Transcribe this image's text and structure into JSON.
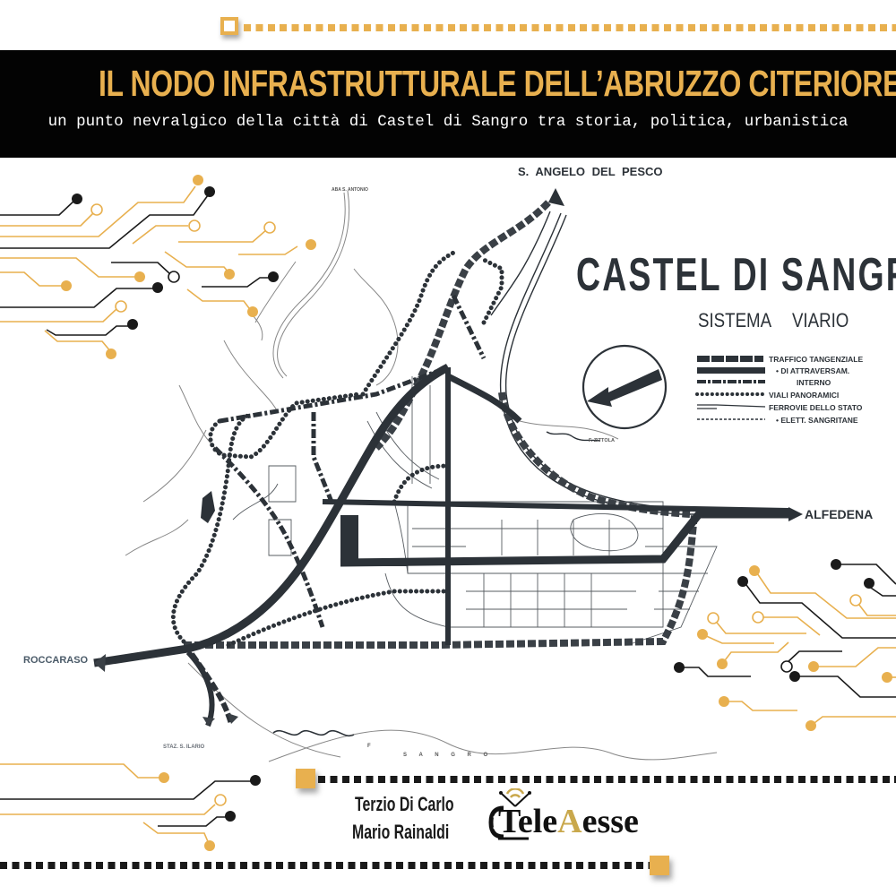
{
  "cover": {
    "title": "IL NODO INFRASTRUTTURALE DELL’ABRUZZO CITERIORE",
    "subtitle": "un punto nevralgico della città di Castel di Sangro tra storia, politica, urbanistica"
  },
  "map": {
    "heading": "CASTEL DI SANGRO",
    "subheading": "SISTEMA VIARIO",
    "place_labels": {
      "north": "S. ANGELO DEL PESCO",
      "east": "ALFEDENA",
      "west": "ROCCARASO",
      "south": "STAZ. S. ILARIO",
      "top_small": "ABA S. ANTONIO",
      "river_tributary": "F. ZITTOLA",
      "river_f": "F",
      "river_main": "S A N G R O"
    },
    "legend": [
      {
        "symbol": "large-dashed",
        "label": "TRAFFICO TANGENZIALE"
      },
      {
        "symbol": "solid-thick",
        "label": "•   DI ATTRAVERSAM."
      },
      {
        "symbol": "dash-dot",
        "label": "INTERNO"
      },
      {
        "symbol": "dots",
        "label": "VIALI PANORAMICI"
      },
      {
        "symbol": "double-line",
        "label": "FERROVIE DELLO STATO"
      },
      {
        "symbol": "thin-dashed",
        "label": "•   ELETT. SANGRITANE"
      }
    ]
  },
  "footer": {
    "authors": [
      "Terzio Di Carlo",
      "Mario Rainaldi"
    ],
    "publisher": {
      "prefix": "Tele",
      "accent": "A",
      "suffix": "esse"
    }
  },
  "colors": {
    "gold": "#e8b04f",
    "black_band": "#030303",
    "map_ink": "#2c3238",
    "brand_accent": "#c9a84c"
  }
}
